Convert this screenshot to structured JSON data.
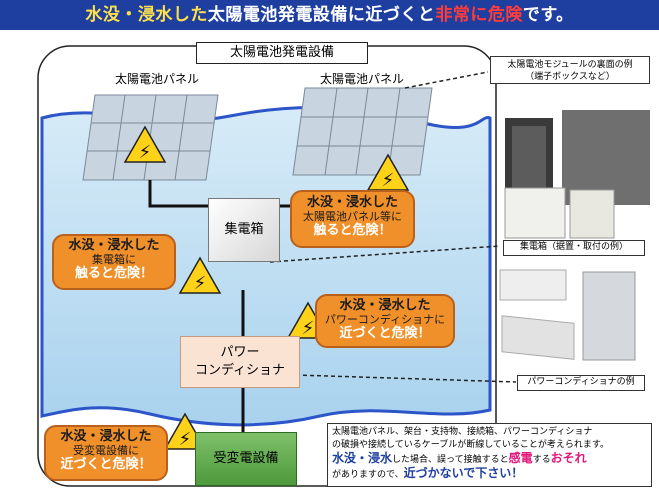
{
  "banner": {
    "part1": "水没・浸水した",
    "part2": "太陽電池発電設備に近づくと",
    "part3": "非常に危険",
    "part4": "です。"
  },
  "facility_title": "太陽電池発電設備",
  "panel_left_label": "太陽電池パネル",
  "panel_right_label": "太陽電池パネル",
  "junction_box_label": "集電箱",
  "power_conditioner_label": "パワー\nコンディショナ",
  "substation_label": "受変電設備",
  "callouts": {
    "panel": {
      "line1": "水没・浸水した",
      "line2": "太陽電池パネル等に",
      "line3": "触ると危険！"
    },
    "junction": {
      "line1": "水没・浸水した",
      "line2": "集電箱に",
      "line3": "触ると危険！"
    },
    "pcs": {
      "line1": "水没・浸水した",
      "line2": "パワーコンディショナに",
      "line3": "近づくと危険！"
    },
    "substation": {
      "line1": "水没・浸水した",
      "line2": "受変電設備に",
      "line3": "近づくと危険！"
    }
  },
  "side_labels": {
    "module_back": {
      "line1": "太陽電池モジュールの裏面の例",
      "line2": "（端子ボックスなど）"
    },
    "junction_example": "集電箱（据置・取付の例）",
    "pcs_example": "パワーコンディショナの例"
  },
  "notice": {
    "line1": "太陽電池パネル、架台・支持物、接続箱、パワーコンディショナ",
    "line2": "の破損や接続しているケーブルが断線していることが考えられます。",
    "em1": "水没・浸水",
    "mid1": "した場合、誤って接触すると",
    "em2": "感電",
    "mid2": "する",
    "em3": "おそれ",
    "line4a": "がありますので、",
    "em4": "近づかないで下さい！"
  }
}
